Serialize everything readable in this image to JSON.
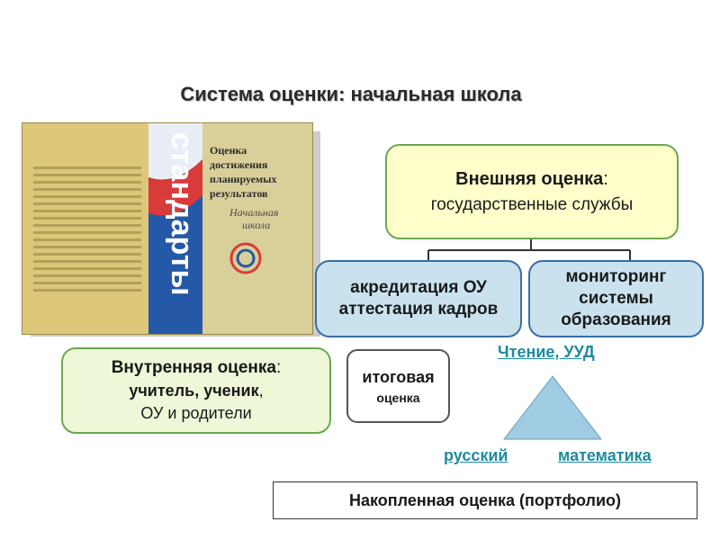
{
  "title": "Система оценки: начальная школа",
  "external": {
    "heading": "Внешняя оценка",
    "colon": ":",
    "sub": "государственные службы"
  },
  "accreditation": {
    "line1": "акредитация ОУ",
    "line2": "аттестация кадров"
  },
  "monitoring": {
    "line1": "мониторинг",
    "line2": "системы",
    "line3": "образования"
  },
  "internal": {
    "heading": "Внутренняя оценка",
    "colon": ":",
    "line2a": "учитель, ученик",
    "line2b": ",",
    "line3": "ОУ и родители"
  },
  "final": {
    "line1": "итоговая",
    "line2": "оценка"
  },
  "links": {
    "reading": "Чтение, УУД",
    "russian": "русский",
    "math": "математика"
  },
  "accumulated": "Накопленная оценка (портфолио)",
  "book": {
    "spine": "стандарты",
    "cover_line1": "Оценка",
    "cover_line2": "достижения",
    "cover_line3": "планируемых",
    "cover_line4": "результатов",
    "cover_school1": "Начальная",
    "cover_school2": "школа"
  },
  "colors": {
    "green_border": "#6aa84f",
    "blue_border": "#3a6ea5",
    "triangle": "#9fcbe3",
    "link": "#1f8a9e"
  }
}
